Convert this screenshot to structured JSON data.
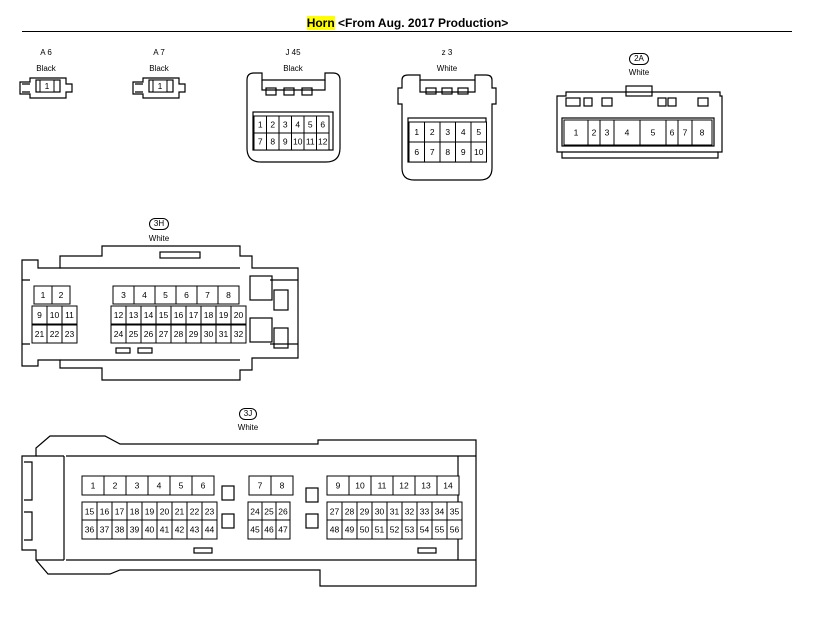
{
  "title": {
    "highlight": "Horn",
    "rest": "<From Aug. 2017 Production>"
  },
  "connectors": {
    "a6": {
      "code": "A 6",
      "color": "Black"
    },
    "a7": {
      "code": "A 7",
      "color": "Black"
    },
    "j45": {
      "code": "J 45",
      "color": "Black"
    },
    "z3": {
      "code": "z 3",
      "color": "White"
    },
    "c2a": {
      "code": "2A",
      "color": "White"
    },
    "c3h": {
      "code": "3H",
      "color": "White"
    },
    "c3j": {
      "code": "3J",
      "color": "White"
    }
  },
  "pins": {
    "a6": [
      "1"
    ],
    "a7": [
      "1"
    ],
    "j45": [
      "1",
      "2",
      "3",
      "4",
      "5",
      "6",
      "7",
      "8",
      "9",
      "10",
      "11",
      "12"
    ],
    "z3": [
      "1",
      "2",
      "3",
      "4",
      "5",
      "6",
      "7",
      "8",
      "9",
      "10"
    ],
    "c2a": [
      "1",
      "2",
      "3",
      "4",
      "5",
      "6",
      "7",
      "8"
    ],
    "c3h": [
      "1",
      "2",
      "3",
      "4",
      "5",
      "6",
      "7",
      "8",
      "9",
      "10",
      "11",
      "12",
      "13",
      "14",
      "15",
      "16",
      "17",
      "18",
      "19",
      "20",
      "21",
      "22",
      "23",
      "24",
      "25",
      "26",
      "27",
      "28",
      "29",
      "30",
      "31",
      "32"
    ],
    "c3j": [
      "1",
      "2",
      "3",
      "4",
      "5",
      "6",
      "7",
      "8",
      "9",
      "10",
      "11",
      "12",
      "13",
      "14",
      "15",
      "16",
      "17",
      "18",
      "19",
      "20",
      "21",
      "22",
      "23",
      "24",
      "25",
      "26",
      "27",
      "28",
      "29",
      "30",
      "31",
      "32",
      "33",
      "34",
      "35",
      "36",
      "37",
      "38",
      "39",
      "40",
      "41",
      "42",
      "43",
      "44",
      "45",
      "46",
      "47",
      "48",
      "49",
      "50",
      "51",
      "52",
      "53",
      "54",
      "55",
      "56"
    ]
  }
}
